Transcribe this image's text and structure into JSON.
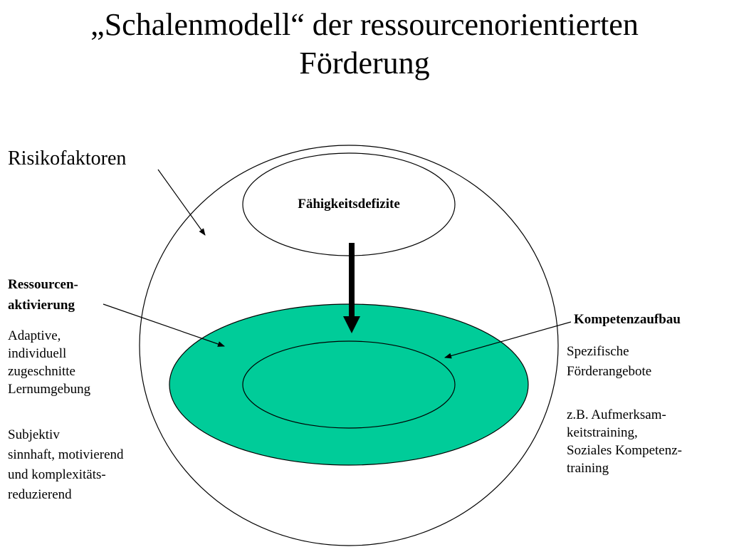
{
  "title": {
    "line1": "„Schalenmodell“ der ressourcenorientierten",
    "line2": "Förderung"
  },
  "labels": {
    "risikofaktoren": "Risikofaktoren",
    "faehigkeitsdefizite": "Fähigkeitsdefizite",
    "ressourcen_aktivierung": [
      "Ressourcen-",
      "aktivierung"
    ],
    "adaptive": [
      "Adaptive,",
      "individuell",
      "zugeschnitte",
      "Lernumgebung"
    ],
    "subjektiv": [
      "Subjektiv",
      "sinnhaft, motivierend",
      "und komplexitäts-",
      "reduzierend"
    ],
    "kompetenzaufbau": "Kompetenzaufbau",
    "spezifische": [
      "Spezifische",
      "Förderangebote"
    ],
    "beispiel": [
      "z.B. Aufmerksam-",
      "keitstraining,",
      "Soziales Kompetenz-",
      "training"
    ]
  },
  "colors": {
    "inner_shell_fill": "#00cc99",
    "stroke": "#000000",
    "background": "#ffffff"
  }
}
